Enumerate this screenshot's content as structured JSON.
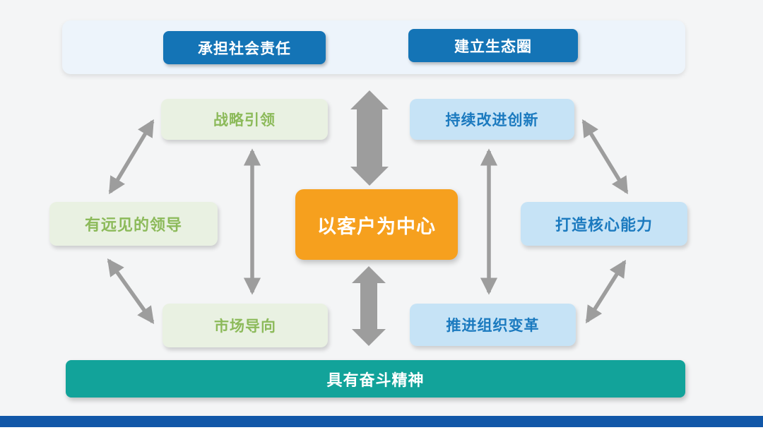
{
  "diagram": {
    "top_banner": {
      "buttons": [
        {
          "label": "承担社会责任"
        },
        {
          "label": "建立生态圈"
        }
      ]
    },
    "center": {
      "label": "以客户为中心"
    },
    "left_column": [
      {
        "label": "战略引领"
      },
      {
        "label": "有远见的领导"
      },
      {
        "label": "市场导向"
      }
    ],
    "right_column": [
      {
        "label": "持续改进创新"
      },
      {
        "label": "打造核心能力"
      },
      {
        "label": "推进组织变革"
      }
    ],
    "bottom_banner": {
      "label": "具有奋斗精神"
    },
    "colors": {
      "canvas_bg": "#f4f5f6",
      "banner_bg": "#edf4fb",
      "primary_blue_button": "#1474b6",
      "light_green_box": "#e9f1e2",
      "green_text": "#8cba5a",
      "light_blue_box": "#c6e3f6",
      "blue_text": "#1b7abf",
      "orange_center": "#f6a01e",
      "teal_banner": "#12a39a",
      "bottom_bar_blue": "#1157a8",
      "arrow_gray": "#9d9d9d"
    }
  }
}
